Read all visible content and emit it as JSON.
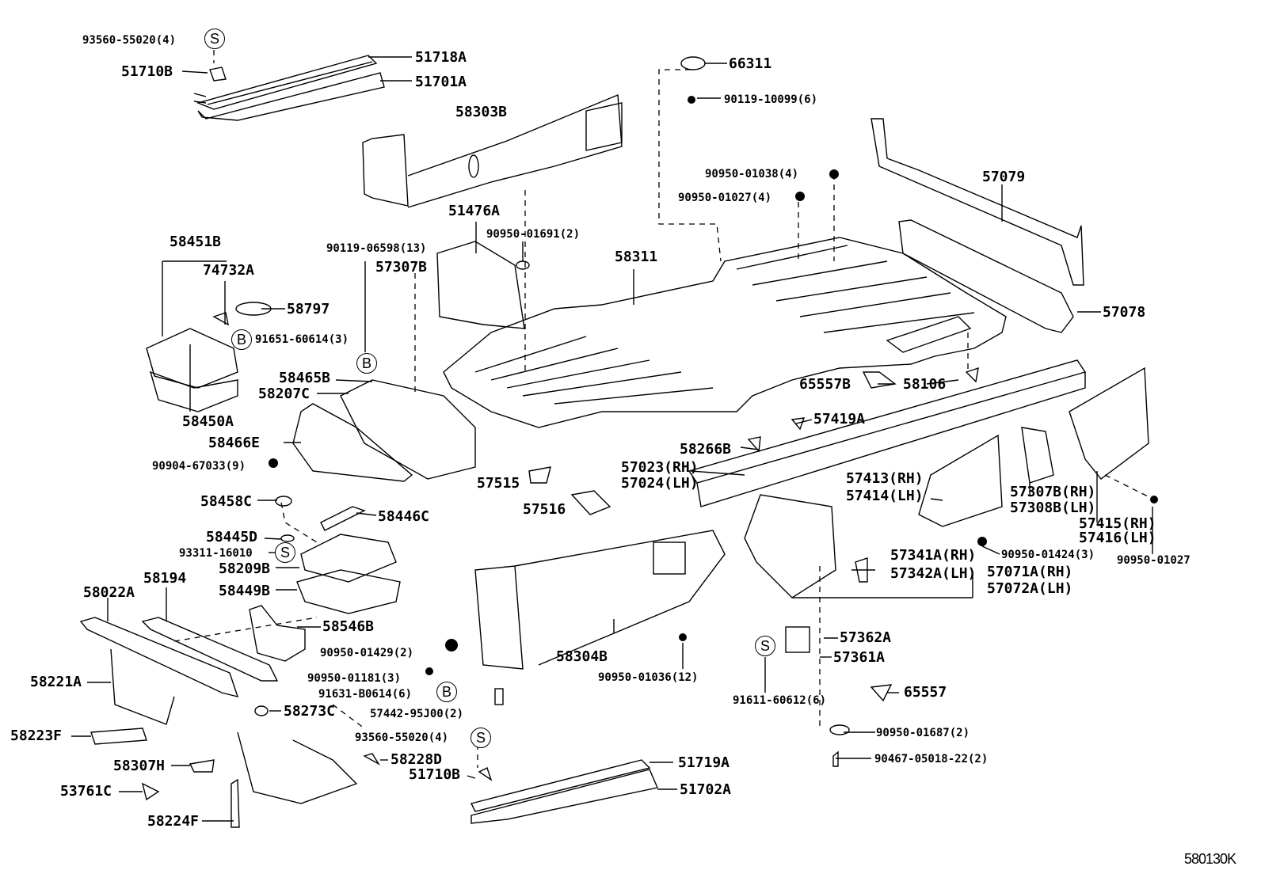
{
  "diagram": {
    "title_code": "580130K",
    "type": "exploded parts diagram - floor pan & body panels",
    "symbols": {
      "S": "S",
      "B": "B"
    },
    "labels": {
      "p_93560_55020_top": "93560-55020(4)",
      "p_51710B_top": "51710B",
      "p_51718A": "51718A",
      "p_51701A": "51701A",
      "p_58303B": "58303B",
      "p_66311": "66311",
      "p_90119_10099": "90119-10099(6)",
      "p_90950_01038": "90950-01038(4)",
      "p_90950_01027_4": "90950-01027(4)",
      "p_57079": "57079",
      "p_58451B": "58451B",
      "p_74732A": "74732A",
      "p_58797": "58797",
      "p_91651_60614": "91651-60614(3)",
      "p_90119_06598": "90119-06598(13)",
      "p_57307B": "57307B",
      "p_51476A": "51476A",
      "p_90950_01691": "90950-01691(2)",
      "p_58311": "58311",
      "p_57078": "57078",
      "p_58465B": "58465B",
      "p_58207C": "58207C",
      "p_58450A": "58450A",
      "p_58466E": "58466E",
      "p_90904_67033": "90904-67033(9)",
      "p_65557B": "65557B",
      "p_58106": "58106",
      "p_57419A": "57419A",
      "p_58266B": "58266B",
      "p_57023": "57023(RH)",
      "p_57024": "57024(LH)",
      "p_57515": "57515",
      "p_57516": "57516",
      "p_57413": "57413(RH)",
      "p_57414": "57414(LH)",
      "p_57307B_rh": "57307B(RH)",
      "p_57308B_lh": "57308B(LH)",
      "p_57415": "57415(RH)",
      "p_57416": "57416(LH)",
      "p_90950_01027": "90950-01027",
      "p_90950_01424": "90950-01424(3)",
      "p_57341A": "57341A(RH)",
      "p_57342A": "57342A(LH)",
      "p_57071A": "57071A(RH)",
      "p_57072A": "57072A(LH)",
      "p_58458C": "58458C",
      "p_58446C": "58446C",
      "p_58445D": "58445D",
      "p_93311_16010": "93311-16010",
      "p_58209B": "58209B",
      "p_58449B": "58449B",
      "p_58022A": "58022A",
      "p_58194": "58194",
      "p_58546B": "58546B",
      "p_90950_01429": "90950-01429(2)",
      "p_90950_01181": "90950-01181(3)",
      "p_91631_B0614": "91631-B0614(6)",
      "p_57442_95J00": "57442-95J00(2)",
      "p_58304B": "58304B",
      "p_90950_01036": "90950-01036(12)",
      "p_57362A": "57362A",
      "p_57361A": "57361A",
      "p_91611_60612": "91611-60612(6)",
      "p_65557": "65557",
      "p_90950_01687": "90950-01687(2)",
      "p_90467_05018": "90467-05018-22(2)",
      "p_58221A": "58221A",
      "p_58273C": "58273C",
      "p_58223F": "58223F",
      "p_93560_55020_bot": "93560-55020(4)",
      "p_58307H": "58307H",
      "p_58228D": "58228D",
      "p_51710B_bot": "51710B",
      "p_51719A": "51719A",
      "p_51702A": "51702A",
      "p_53761C": "53761C",
      "p_58224F": "58224F"
    }
  }
}
